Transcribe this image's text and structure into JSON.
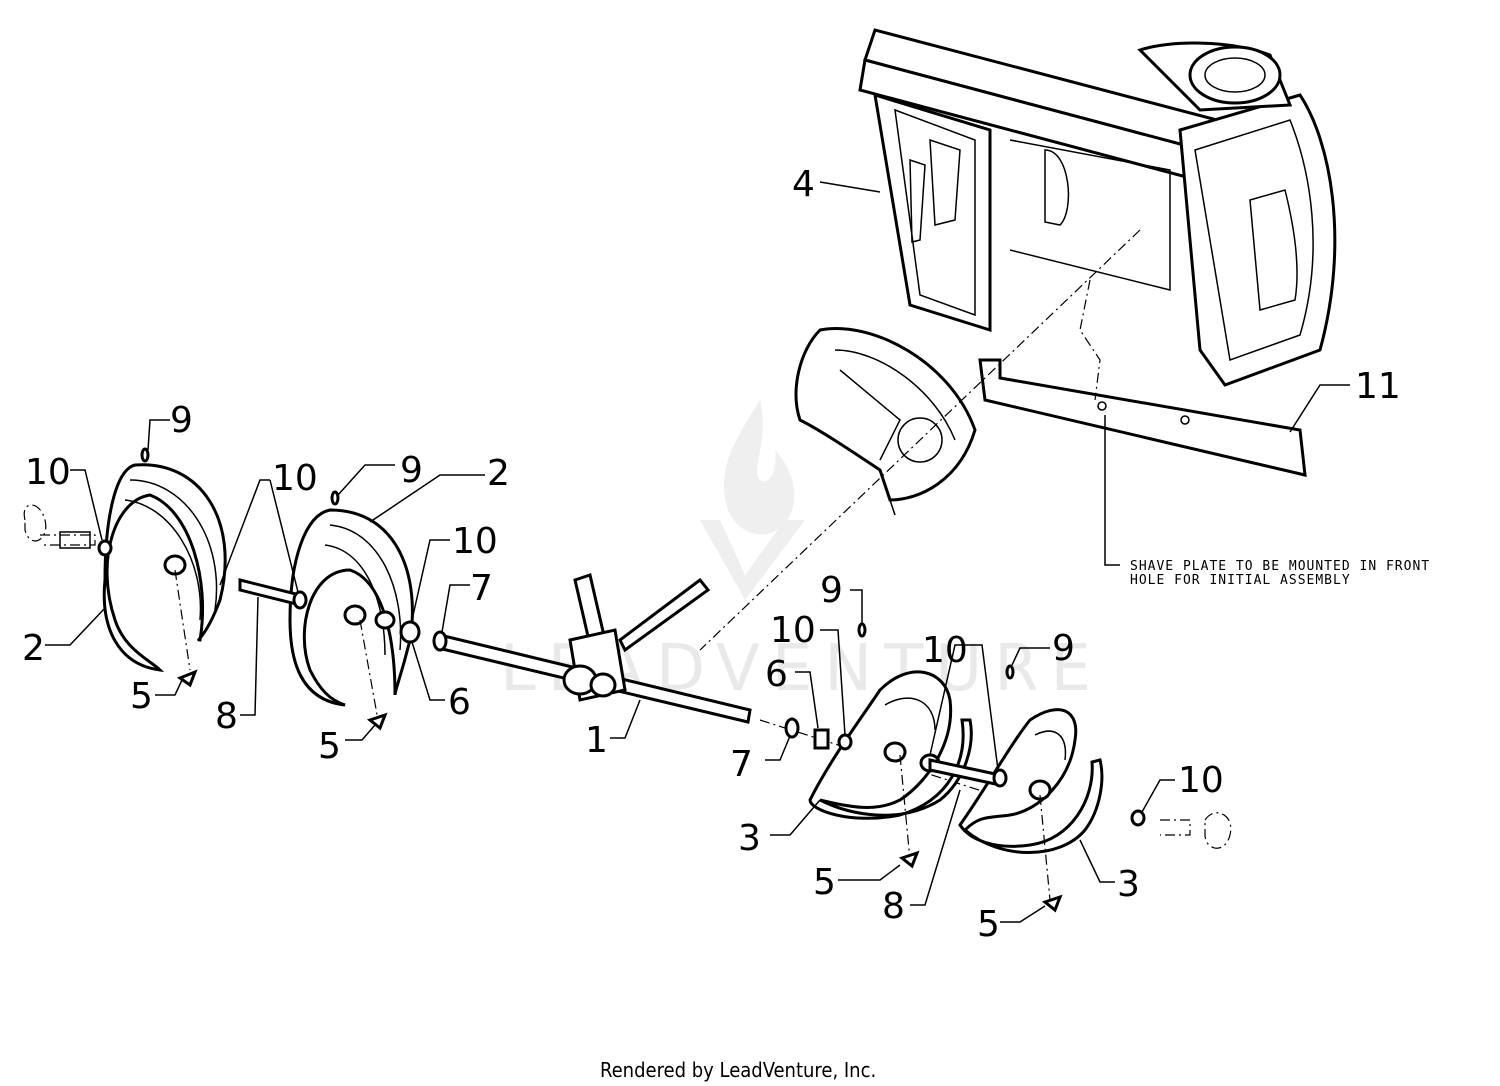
{
  "callouts": {
    "c1": "1",
    "c2a": "2",
    "c2b": "2",
    "c3a": "3",
    "c3b": "3",
    "c4": "4",
    "c5a": "5",
    "c5b": "5",
    "c5c": "5",
    "c5d": "5",
    "c6a": "6",
    "c6b": "6",
    "c7a": "7",
    "c7b": "7",
    "c8a": "8",
    "c8b": "8",
    "c9a": "9",
    "c9b": "9",
    "c9c": "9",
    "c9d": "9",
    "c10a": "10",
    "c10b": "10",
    "c10c": "10",
    "c10d": "10",
    "c10e": "10",
    "c10f": "10",
    "c11": "11"
  },
  "note": {
    "line1": "SHAVE PLATE TO BE MOUNTED IN FRONT",
    "line2": "HOLE FOR INITIAL ASSEMBLY"
  },
  "watermark": "LEADVENTURE",
  "footer": "Rendered by LeadVenture, Inc."
}
